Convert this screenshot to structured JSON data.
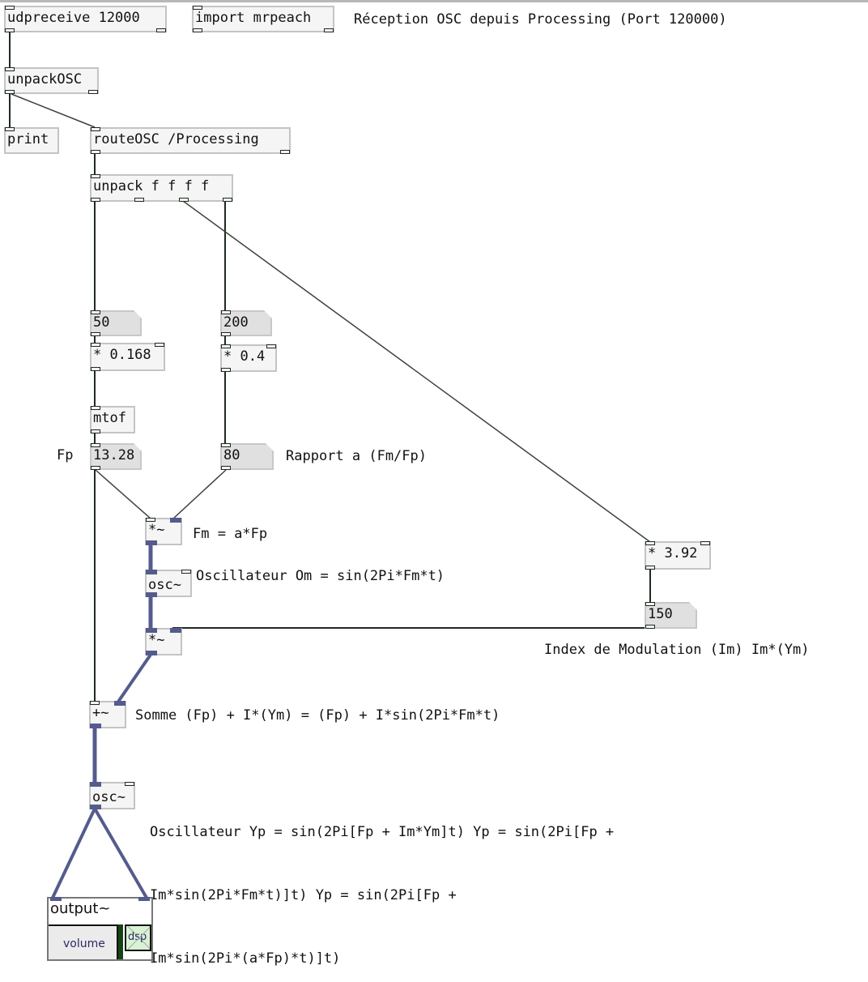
{
  "window": {
    "title": "Pure Data patch - FM synthesis via OSC"
  },
  "objects": {
    "udpreceive": {
      "label": "udpreceive 12000"
    },
    "import": {
      "label": "import mrpeach"
    },
    "unpackosc": {
      "label": "unpackOSC"
    },
    "print": {
      "label": "print"
    },
    "routeosc": {
      "label": "routeOSC /Processing"
    },
    "unpack": {
      "label": "unpack f f f f"
    },
    "mul_0168": {
      "label": "* 0.168"
    },
    "mul_04": {
      "label": "* 0.4"
    },
    "mtof": {
      "label": "mtof"
    },
    "mul_sig_fm": {
      "label": "*~"
    },
    "osc_mod": {
      "label": "osc~"
    },
    "mul_sig_index": {
      "label": "*~"
    },
    "mul_392": {
      "label": "* 3.92"
    },
    "add_sig": {
      "label": "+~"
    },
    "osc_carrier": {
      "label": "osc~"
    }
  },
  "number_boxes": {
    "num_50": {
      "value": "50"
    },
    "num_200": {
      "value": "200"
    },
    "num_fp": {
      "value": "13.28"
    },
    "num_ratio": {
      "value": "80"
    },
    "num_index": {
      "value": "150"
    }
  },
  "comments": {
    "reception": "Réception OSC depuis Processing (Port 120000)",
    "fp": "Fp",
    "ratio": "Rapport a (Fm/Fp)",
    "fm": "Fm = a*Fp",
    "osc_mod": "Oscillateur Om = sin(2Pi*Fm*t)",
    "index": "Index de Modulation (Im) Im*(Ym)",
    "somme": "Somme (Fp) + I*(Ym) = (Fp) + I*sin(2Pi*Fm*t)",
    "osc_carrier_line1": "Oscillateur Yp = sin(2Pi[Fp + Im*Ym]t) Yp = sin(2Pi[Fp +",
    "osc_carrier_line2": "Im*sin(2Pi*Fm*t)]t) Yp = sin(2Pi[Fp +",
    "osc_carrier_line3": "Im*sin(2Pi*(a*Fp)*t)]t)"
  },
  "output": {
    "title": "output~",
    "volume_label": "volume",
    "dsp_label": "dsp"
  },
  "colors": {
    "control_wire": "#1f2a1f",
    "signal_wire": "#555b8c",
    "box_border": "#c4c4c4",
    "number_fill": "#e0e0e0"
  }
}
